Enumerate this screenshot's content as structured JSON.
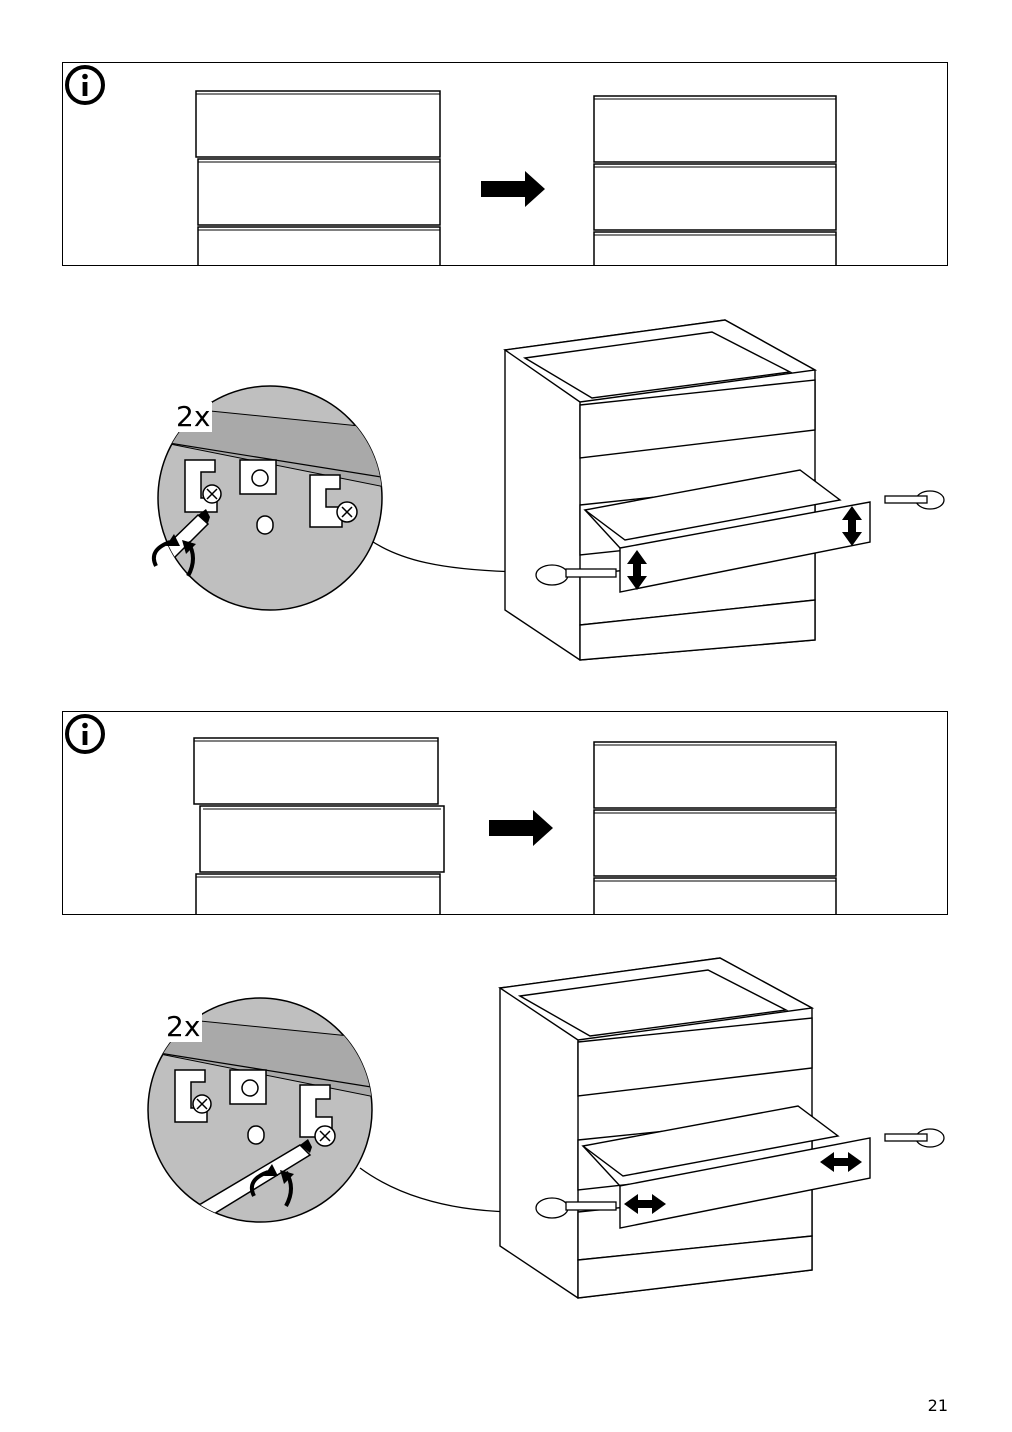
{
  "panels": [
    {
      "id": "info-panel-1",
      "kind": "vertical-alignment"
    },
    {
      "id": "info-panel-2",
      "kind": "horizontal-alignment"
    }
  ],
  "steps": [
    {
      "quantity_label": "2x",
      "adjust_direction": "vertical"
    },
    {
      "quantity_label": "2x",
      "adjust_direction": "horizontal"
    }
  ],
  "page": {
    "number": "21"
  },
  "colors": {
    "line": "#000000",
    "detail_fill": "#bfbfbf",
    "background": "#ffffff"
  },
  "icons": [
    "info-icon",
    "arrow-right-icon",
    "screwdriver-icon",
    "rotate-arrow-icon",
    "double-arrow-icon"
  ]
}
